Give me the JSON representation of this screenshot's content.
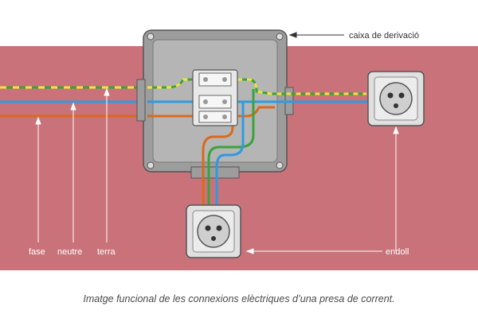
{
  "labels": {
    "fase": "fase",
    "neutre": "neutre",
    "terra": "terra",
    "junction_box": "caixa de derivació",
    "socket": "endoll"
  },
  "caption": "Imatge funcional de les connexions elèctriques d’una presa de corrent.",
  "colors": {
    "wall": "#c9727a",
    "phase_wire": "#d96a1e",
    "neutral_wire": "#2e9be0",
    "earth_green": "#3aa33a",
    "earth_yellow": "#f2e23a",
    "box_grey": "#a9a9a9"
  },
  "icons": [
    "junction-box",
    "terminal-block",
    "wall-socket"
  ]
}
